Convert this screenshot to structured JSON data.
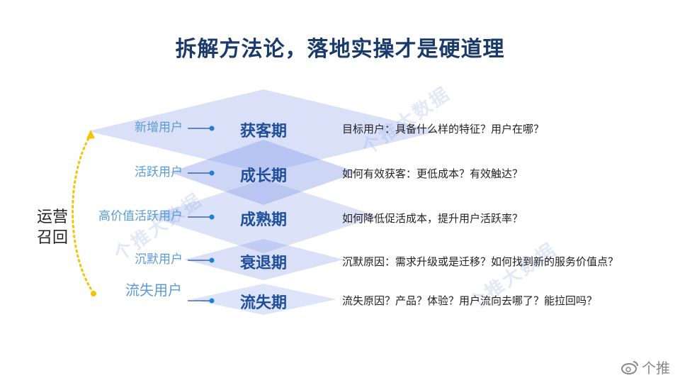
{
  "title": "拆解方法论，落地实操才是硬道理",
  "recall_label": "运营召回",
  "brand": "个推",
  "watermark": "个推大数据",
  "stages": [
    {
      "user": "新增用户",
      "stage": "获客期",
      "desc": "目标用户：具备什么样的特征？用户在哪？"
    },
    {
      "user": "活跃用户",
      "stage": "成长期",
      "desc": "如何有效获客：更低成本？有效触达？"
    },
    {
      "user": "高价值活跃用户",
      "stage": "成熟期",
      "desc": "如何降低促活成本，提升用户活跃率？"
    },
    {
      "user": "沉默用户",
      "stage": "衰退期",
      "desc": "沉默原因：需求升级或是迁移？如何找到新的服务价值点？"
    },
    {
      "user": "流失用户",
      "stage": "流失期",
      "desc": "流失原因？产品？体验？用户流向去哪了？能拉回吗？"
    }
  ],
  "colors": {
    "accent": "#1f4e9c",
    "dot": "#1e7fd6",
    "arrow": "#f5c400",
    "diamond": "#8a9ee8"
  }
}
